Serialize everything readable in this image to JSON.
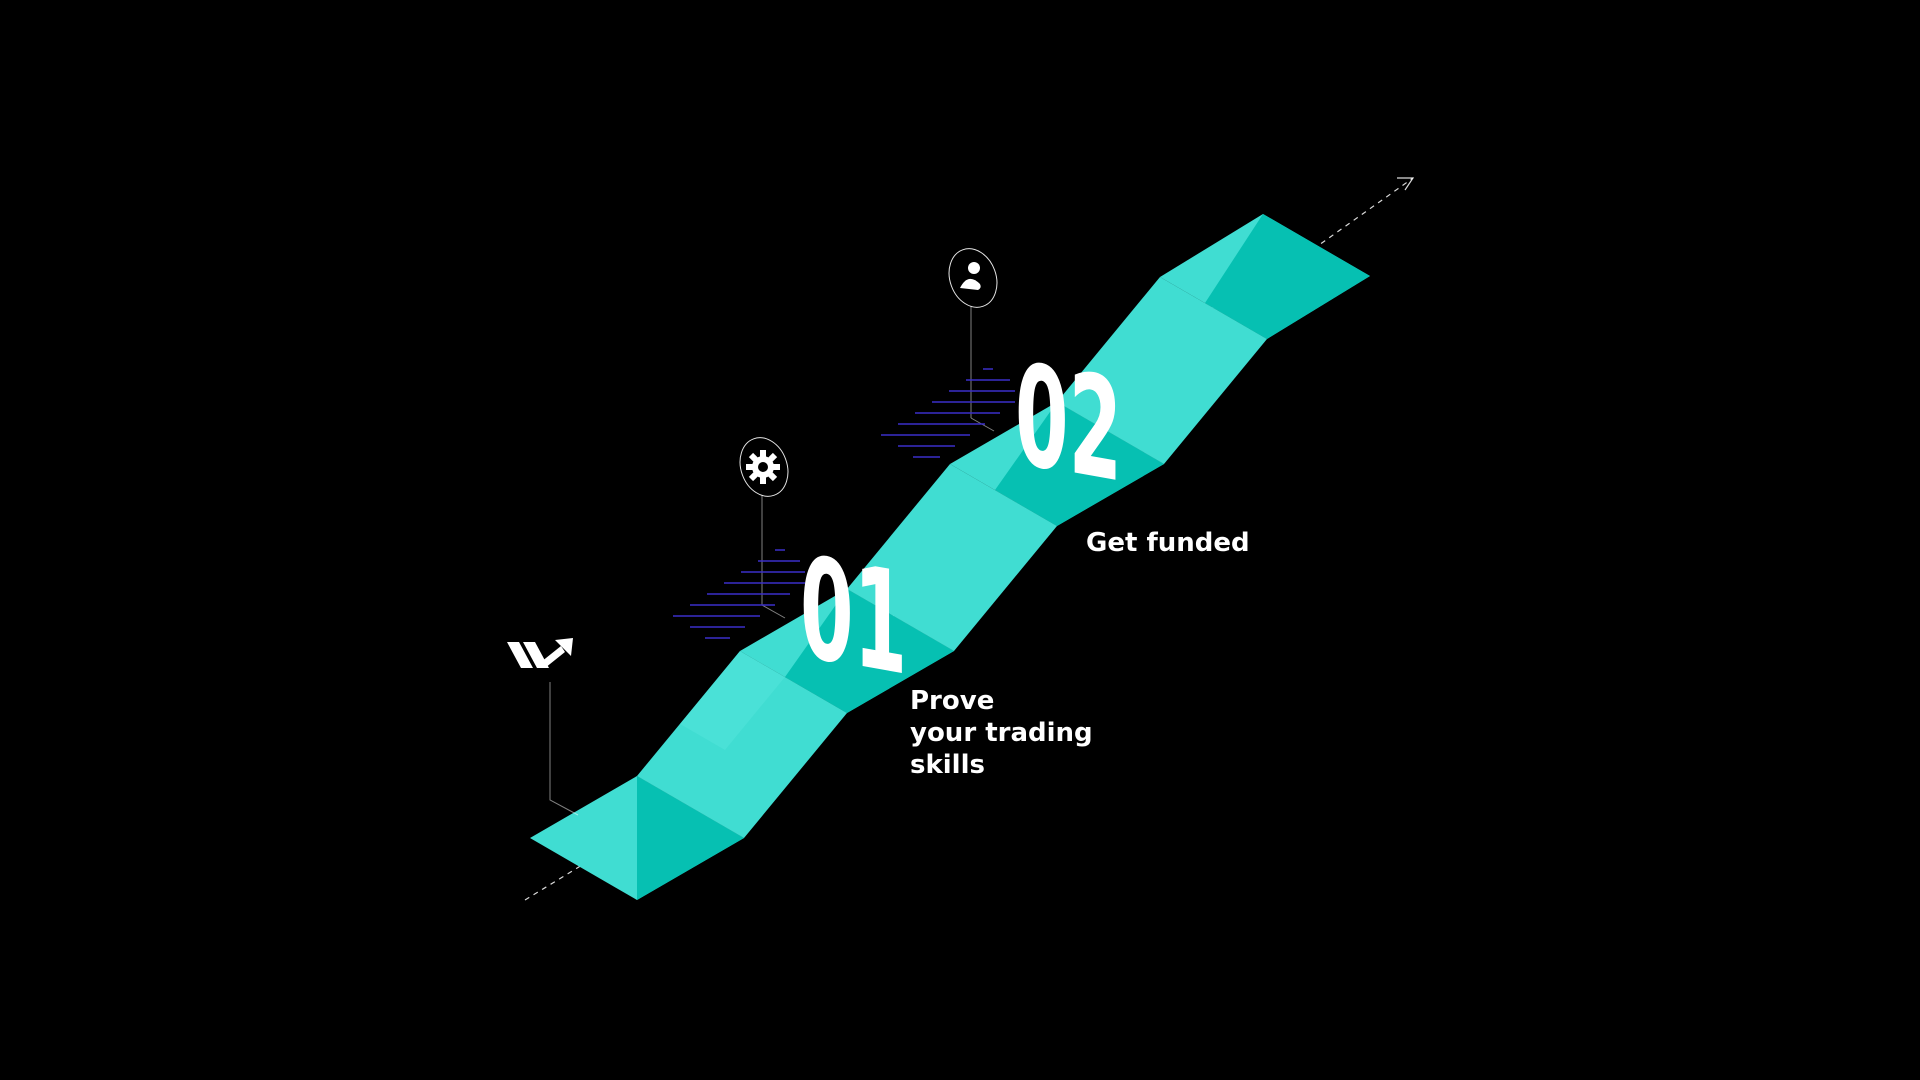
{
  "steps": [
    {
      "number": "01",
      "label_lines": [
        "Prove",
        "your trading",
        "skills"
      ],
      "icon": "gear-icon"
    },
    {
      "number": "02",
      "label_lines": [
        "Get funded"
      ],
      "icon": "person-icon"
    }
  ],
  "start_icon": "logo-arrow-icon",
  "colors": {
    "background": "#000000",
    "step_top": "#40ddd2",
    "step_face": "#06c0b2",
    "text": "#ffffff",
    "hatch": "#3a2fc9"
  }
}
